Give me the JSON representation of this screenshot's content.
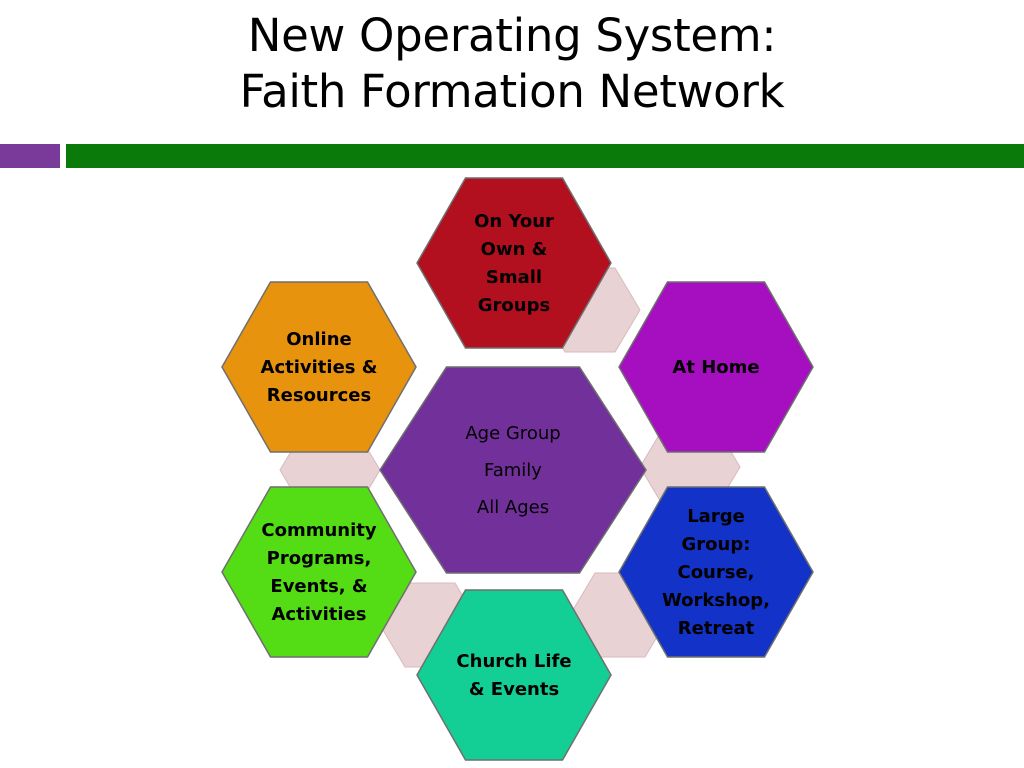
{
  "title": {
    "line1": "New Operating System:",
    "line2": "Faith Formation Network"
  },
  "colors": {
    "bar_left": "#7a3a9a",
    "bar_right": "#0a7a0a",
    "connector": "#e9d2d3",
    "hex_outline": "#6f6f6f"
  },
  "center": {
    "lines": [
      "Age Group",
      "Family",
      "All Ages"
    ],
    "color": "#71309a"
  },
  "hexagons": [
    {
      "id": "on-your-own",
      "lines": [
        "On Your",
        "Own &",
        "Small",
        "Groups"
      ],
      "color": "#b20f1f"
    },
    {
      "id": "at-home",
      "lines": [
        "At Home"
      ],
      "color": "#a50fbf"
    },
    {
      "id": "large-group",
      "lines": [
        "Large",
        "Group:",
        "Course,",
        "Workshop,",
        "Retreat"
      ],
      "color": "#1332c7"
    },
    {
      "id": "church-life",
      "lines": [
        "Church Life",
        "& Events"
      ],
      "color": "#13cf95"
    },
    {
      "id": "community",
      "lines": [
        "Community",
        "Programs,",
        "Events, &",
        "Activities"
      ],
      "color": "#54dc14"
    },
    {
      "id": "online",
      "lines": [
        "Online",
        "Activities &",
        "Resources"
      ],
      "color": "#e8930e"
    }
  ]
}
